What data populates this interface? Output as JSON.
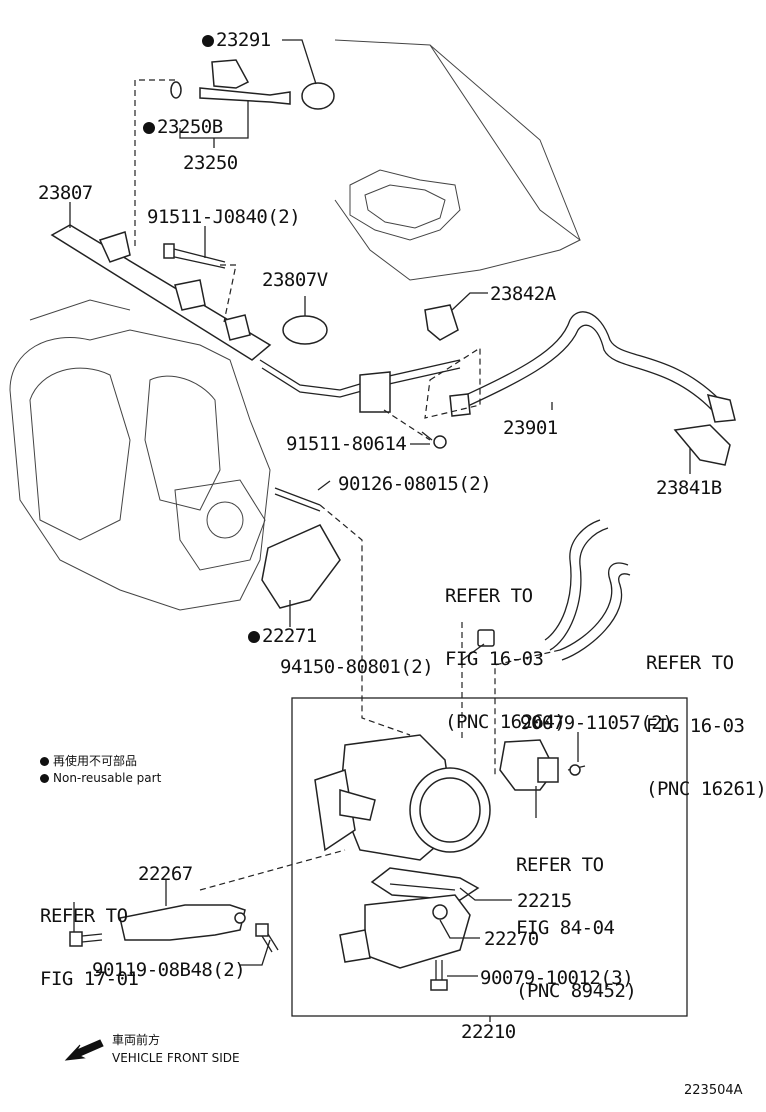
{
  "parts": {
    "p23291": "23291",
    "p23250b": "23250B",
    "p23250": "23250",
    "p23807": "23807",
    "p91511j": "91511-J0840(2)",
    "p23807v": "23807V",
    "p23842a": "23842A",
    "p23901": "23901",
    "p91511_80614": "91511-80614",
    "p23841b": "23841B",
    "p90126": "90126-08015(2)",
    "p22271": "22271",
    "p94150": "94150-80801(2)",
    "p90079_11057": "90079-11057(2)",
    "p22267": "22267",
    "p90119": "90119-08B48(2)",
    "p22215": "22215",
    "p22270": "22270",
    "p90079_10012": "90079-10012(3)",
    "p22210": "22210"
  },
  "refs": {
    "ref1": {
      "line1": "REFER TO",
      "line2": "FIG 16-03",
      "pnc": "(PNC 16264)"
    },
    "ref2": {
      "line1": "REFER TO",
      "line2": "FIG 16-03",
      "pnc": "(PNC 16261)"
    },
    "ref3": {
      "line1": "REFER TO",
      "line2": "FIG 84-04",
      "pnc": "(PNC 89452)"
    },
    "ref4": {
      "line1": "REFER TO",
      "line2": "FIG 17-01"
    }
  },
  "legend": {
    "jp": "再使用不可部品",
    "en": "Non-reusable part"
  },
  "direction": {
    "jp": "車両前方",
    "en": "VEHICLE FRONT SIDE"
  },
  "figure_code": "223504A"
}
